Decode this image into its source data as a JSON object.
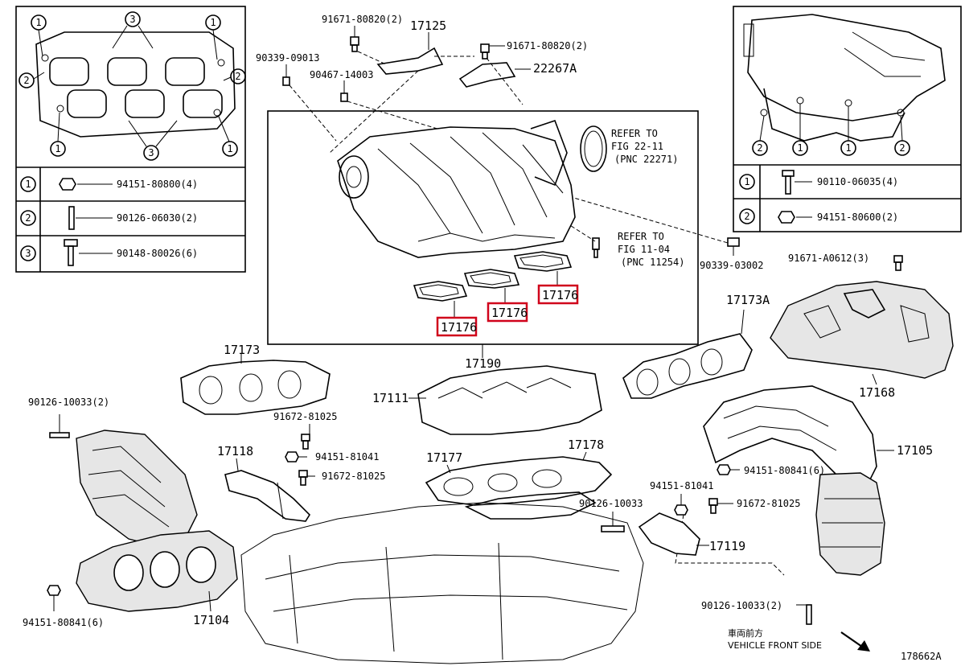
{
  "diagram_id": "178662A",
  "front_note": {
    "jp": "車両前方",
    "en": "VEHICLE FRONT SIDE"
  },
  "refer": [
    {
      "line1": "REFER TO",
      "line2": "FIG 22-11",
      "line3": "(PNC 22271)"
    },
    {
      "line1": "REFER TO",
      "line2": "FIG 11-04",
      "line3": "(PNC 11254)"
    }
  ],
  "legend_left": [
    {
      "num": "1",
      "part": "94151-80800(4)"
    },
    {
      "num": "2",
      "part": "90126-06030(2)"
    },
    {
      "num": "3",
      "part": "90148-80026(6)"
    }
  ],
  "legend_right": [
    {
      "num": "1",
      "part": "90110-06035(4)"
    },
    {
      "num": "2",
      "part": "94151-80600(2)"
    }
  ],
  "labels": {
    "p17125": "17125",
    "p91671_a": "91671-80820(2)",
    "p91671_b": "91671-80820(2)",
    "p22267a": "22267A",
    "p90339_a": "90339-09013",
    "p90467": "90467-14003",
    "p90339_b": "90339-03002",
    "p91671_c": "91671-A0612(3)",
    "p17176_a": "17176",
    "p17176_b": "17176",
    "p17176_c": "17176",
    "p17190": "17190",
    "p17173": "17173",
    "p17173a": "17173A",
    "p17168": "17168",
    "p17111": "17111",
    "p90126_a": "90126-10033(2)",
    "p91672_a": "91672-81025",
    "p94151_a": "94151-81041",
    "p91672_b": "91672-81025",
    "p17118": "17118",
    "p17177": "17177",
    "p17178": "17178",
    "p17105": "17105",
    "p94151_b": "94151-80841(6)",
    "p94151_c": "94151-81041",
    "p91672_c": "91672-81025",
    "p90126_b": "90126-10033",
    "p17119": "17119",
    "p90126_c": "90126-10033(2)",
    "p94151_d": "94151-80841(6)",
    "p17104": "17104"
  }
}
